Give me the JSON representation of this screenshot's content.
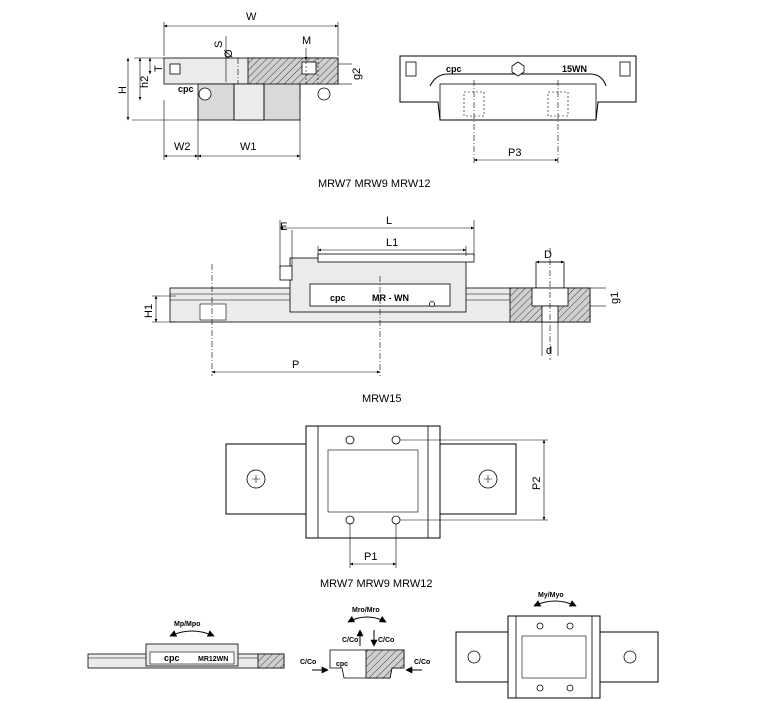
{
  "captions": {
    "section1": "MRW7 MRW9 MRW12",
    "section2": "MRW15",
    "section3": "MRW7 MRW9 MRW12"
  },
  "dimensions": {
    "W": "W",
    "M": "M",
    "S": "S",
    "dia": "Ø",
    "T": "T",
    "h2": "h2",
    "H": "H",
    "g2": "g2",
    "W2": "W2",
    "W1": "W1",
    "P3": "P3",
    "L": "L",
    "L1": "L1",
    "E": "E",
    "H1": "H1",
    "P": "P",
    "D": "D",
    "d": "d",
    "g1": "g1",
    "P1": "P1",
    "P2": "P2"
  },
  "labels": {
    "brand": "cpc",
    "block_code": "15WN",
    "rail_code": "MR - WN",
    "small_block_code": "MR12WN"
  },
  "moments": {
    "mp": "Mp/Mpo",
    "mr": "Mro/Mro",
    "my": "My/Myo",
    "load_left": "C/Co",
    "load_right": "C/Co",
    "load_up": "C/Co",
    "load_down": "C/Co",
    "side_left": "C/Co",
    "side_right": "C/Co"
  }
}
